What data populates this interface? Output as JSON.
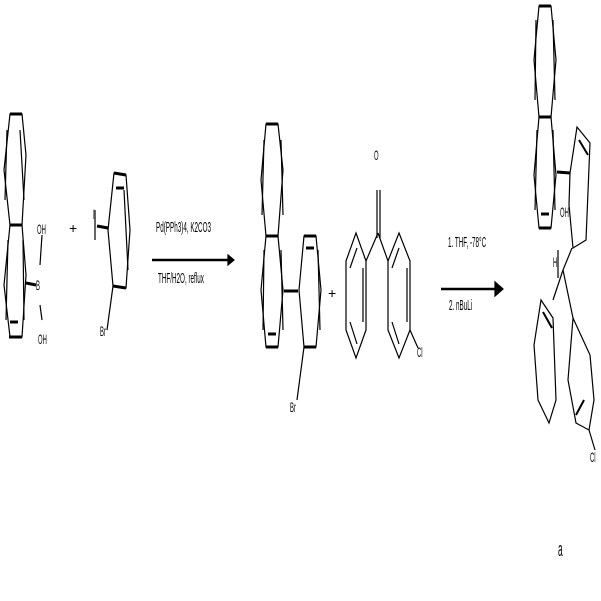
{
  "scheme": {
    "type": "reaction-scheme",
    "steps": [
      {
        "reactants": [
          {
            "name": "naphthalene boronic acid",
            "atom_labels": [
              "OH",
              "B",
              "OH"
            ]
          },
          {
            "name": "bromo-iodobenzene",
            "atom_labels": [
              "I",
              "Br"
            ]
          }
        ],
        "plus": "+",
        "conditions_above": "Pd(PPh3)4, K2CO3",
        "conditions_below": "THF/H2O, reflux",
        "product": {
          "name": "bromophenyl-naphthalene",
          "atom_labels": [
            "Br"
          ]
        }
      },
      {
        "reactants": [
          {
            "name": "bromophenyl-naphthalene",
            "atom_labels": [
              "Br"
            ]
          },
          {
            "name": "4-chlorobenzophenone",
            "atom_labels": [
              "O",
              "Cl"
            ]
          }
        ],
        "plus": "+",
        "conditions_above": "1. THF, -78°C",
        "conditions_below": "2. nBuLi",
        "product": {
          "name": "triaryl carbinol",
          "atom_labels": [
            "OH",
            "H",
            "Cl"
          ],
          "compound_label": "a"
        }
      }
    ]
  },
  "labels": {
    "oh_top": "OH",
    "b": "B",
    "oh_bottom": "OH",
    "plus1": "+",
    "i": "I",
    "br1": "Br",
    "cond1_above": "Pd(PPh3)4, K2CO3",
    "cond1_below": "THF/H2O, reflux",
    "br2": "Br",
    "plus2": "+",
    "o": "O",
    "cl1": "Cl",
    "cond2_above": "1. THF, -78°C",
    "cond2_below": "2. nBuLi",
    "oh_prod": "OH",
    "h_prod": "H",
    "cl2": "Cl",
    "compound": "a"
  }
}
